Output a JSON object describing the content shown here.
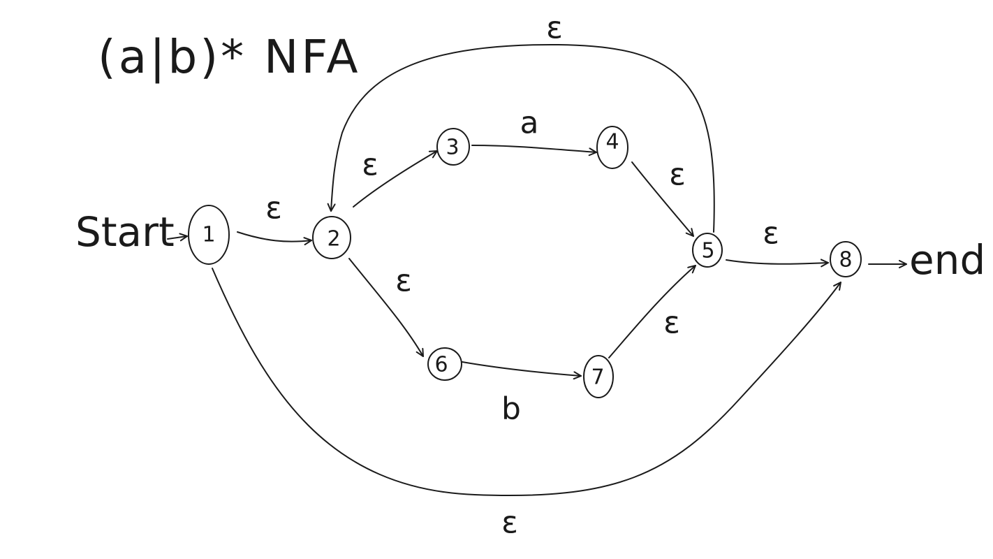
{
  "title": "(a|b)* NFA",
  "start_label": "Start",
  "end_label": "end",
  "states": [
    {
      "id": "1",
      "label": "1"
    },
    {
      "id": "2",
      "label": "2"
    },
    {
      "id": "3",
      "label": "3"
    },
    {
      "id": "4",
      "label": "4"
    },
    {
      "id": "5",
      "label": "5"
    },
    {
      "id": "6",
      "label": "6"
    },
    {
      "id": "7",
      "label": "7"
    },
    {
      "id": "8",
      "label": "8"
    }
  ],
  "transitions": [
    {
      "from": "1",
      "to": "2",
      "label": "ε"
    },
    {
      "from": "2",
      "to": "3",
      "label": "ε"
    },
    {
      "from": "3",
      "to": "4",
      "label": "a"
    },
    {
      "from": "4",
      "to": "5",
      "label": "ε"
    },
    {
      "from": "2",
      "to": "6",
      "label": "ε"
    },
    {
      "from": "6",
      "to": "7",
      "label": "b"
    },
    {
      "from": "7",
      "to": "5",
      "label": "ε"
    },
    {
      "from": "5",
      "to": "8",
      "label": "ε"
    },
    {
      "from": "5",
      "to": "2",
      "label": "ε"
    },
    {
      "from": "1",
      "to": "8",
      "label": "ε"
    }
  ]
}
